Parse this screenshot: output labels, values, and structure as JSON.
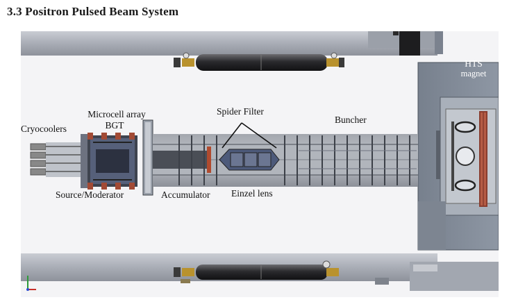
{
  "heading": "3.3 Positron Pulsed Beam System",
  "labels": {
    "cryocoolers": "Cryocoolers",
    "microcell_array": "Microcell array",
    "bgt": "BGT",
    "source_moderator": "Source/Moderator",
    "accumulator": "Accumulator",
    "spider_filter": "Spider Filter",
    "einzel_lens": "Einzel lens",
    "buncher": "Buncher",
    "hts": "HTS",
    "magnet": "magnet"
  }
}
